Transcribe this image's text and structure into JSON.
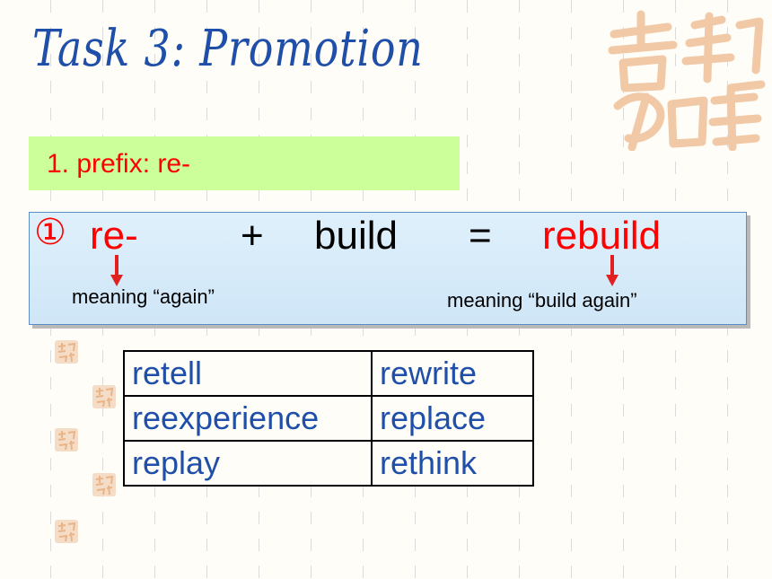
{
  "slide": {
    "title": "Task 3: Promotion",
    "section_label": "1.  prefix: re-"
  },
  "example": {
    "number": "①",
    "prefix": "re-",
    "plus": "+",
    "base": "build",
    "equals": "=",
    "result": "rebuild",
    "prefix_meaning": "meaning “again”",
    "result_meaning": "meaning “build again”"
  },
  "words_table": {
    "rows": [
      [
        "retell",
        "rewrite"
      ],
      [
        "reexperience",
        "replace"
      ],
      [
        "replay",
        "rethink"
      ]
    ]
  },
  "colors": {
    "title": "#1f4fa8",
    "accent_red": "#ff0000",
    "section_bg": "#ccff99",
    "box_bg": "#dff0fb",
    "seal": "#f1c9a6"
  },
  "icons": [
    "seal-icon",
    "arrow-down-icon"
  ]
}
